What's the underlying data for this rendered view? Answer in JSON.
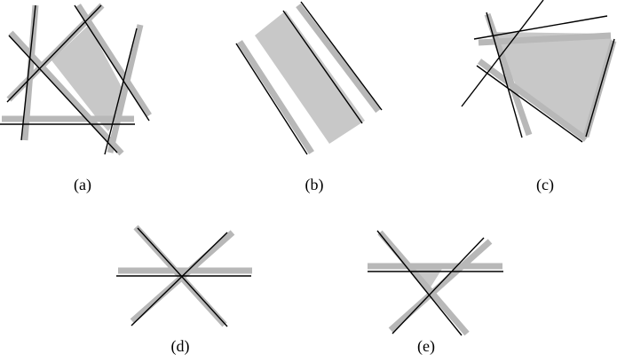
{
  "panels": [
    {
      "id": "a",
      "caption": "(a)"
    },
    {
      "id": "b",
      "caption": "(b)"
    },
    {
      "id": "c",
      "caption": "(c)"
    },
    {
      "id": "d",
      "caption": "(d)"
    },
    {
      "id": "e",
      "caption": "(e)"
    }
  ],
  "colors": {
    "background": "#ffffff",
    "region_fill": "#c8c8c8",
    "band": "#b8b8b8",
    "line": "#000000"
  }
}
